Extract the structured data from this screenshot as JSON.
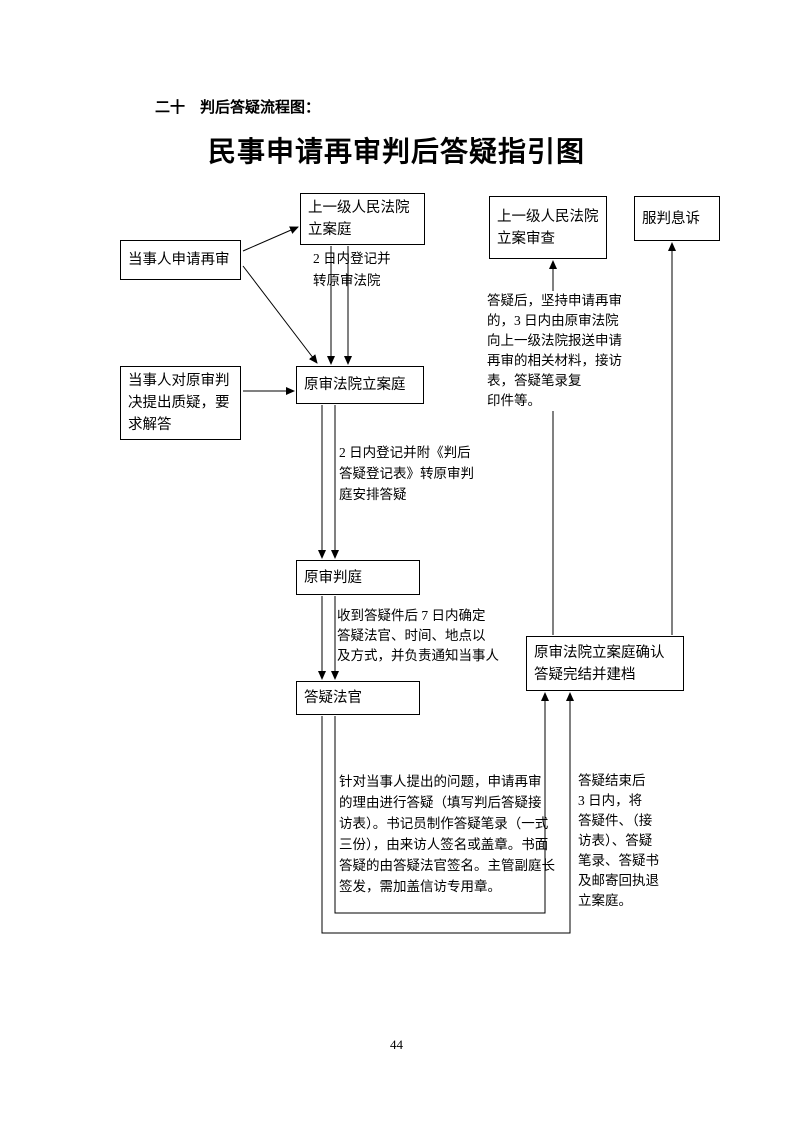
{
  "page": {
    "heading": "二十　判后答疑流程图：",
    "title": "民事申请再审判后答疑指引图",
    "page_number": "44"
  },
  "colors": {
    "ink": "#000000",
    "background": "#ffffff"
  },
  "nodes": {
    "upper_court_filing": "上一级人民法院\n立案庭",
    "upper_court_review": "上一级人民法院\n立案审查",
    "accept_judgment": "服判息诉",
    "party_apply": "当事人申请再审",
    "party_question": "当事人对原审判\n决提出质疑，要\n求解答",
    "original_court_filing": "原审法院立案庭",
    "original_trial_division": "原审判庭",
    "answering_judge": "答疑法官",
    "confirm_archive": "原审法院立案庭确认\n答疑完结并建档"
  },
  "notes": {
    "register_transfer": "2 日内登记并\n转原审法院",
    "report_materials": "答疑后，坚持申请再审\n的，3 日内由原审法院\n向上一级法院报送申请\n再审的相关材料，接访\n表，答疑笔录复\n印件等。",
    "register_form": "2 日内登记并附《判后\n答疑登记表》转原审判\n庭安排答疑",
    "seven_days": "收到答疑件后 7 日内确定\n答疑法官、时间、地点以\n及方式，并负责通知当事人",
    "answer_procedure": "针对当事人提出的问题，申请再审\n的理由进行答疑（填写判后答疑接\n访表）。书记员制作答疑笔录（一式\n三份），由来访人签名或盖章。书面\n答疑的由答疑法官签名。主管副庭长\n签发，需加盖信访专用章。",
    "return_filing": "答疑结束后\n3 日内，将\n答疑件、（接\n访表）、答疑\n笔录、答疑书\n及邮寄回执退\n立案庭。"
  },
  "edges": [
    {
      "from": "party_apply",
      "to": "upper_court_filing"
    },
    {
      "from": "party_apply",
      "to": "original_court_filing"
    },
    {
      "from": "upper_court_filing",
      "to": "original_court_filing",
      "label_ref": "register_transfer"
    },
    {
      "from": "party_question",
      "to": "original_court_filing"
    },
    {
      "from": "original_court_filing",
      "to": "original_trial_division",
      "label_ref": "register_form"
    },
    {
      "from": "original_trial_division",
      "to": "answering_judge",
      "label_ref": "seven_days"
    },
    {
      "from": "answering_judge",
      "to": "confirm_archive",
      "label_ref": "answer_procedure"
    },
    {
      "from": "confirm_archive",
      "to": "upper_court_review",
      "label_ref": "report_materials"
    },
    {
      "from": "confirm_archive",
      "to": "accept_judgment",
      "label_ref": "return_filing"
    }
  ]
}
